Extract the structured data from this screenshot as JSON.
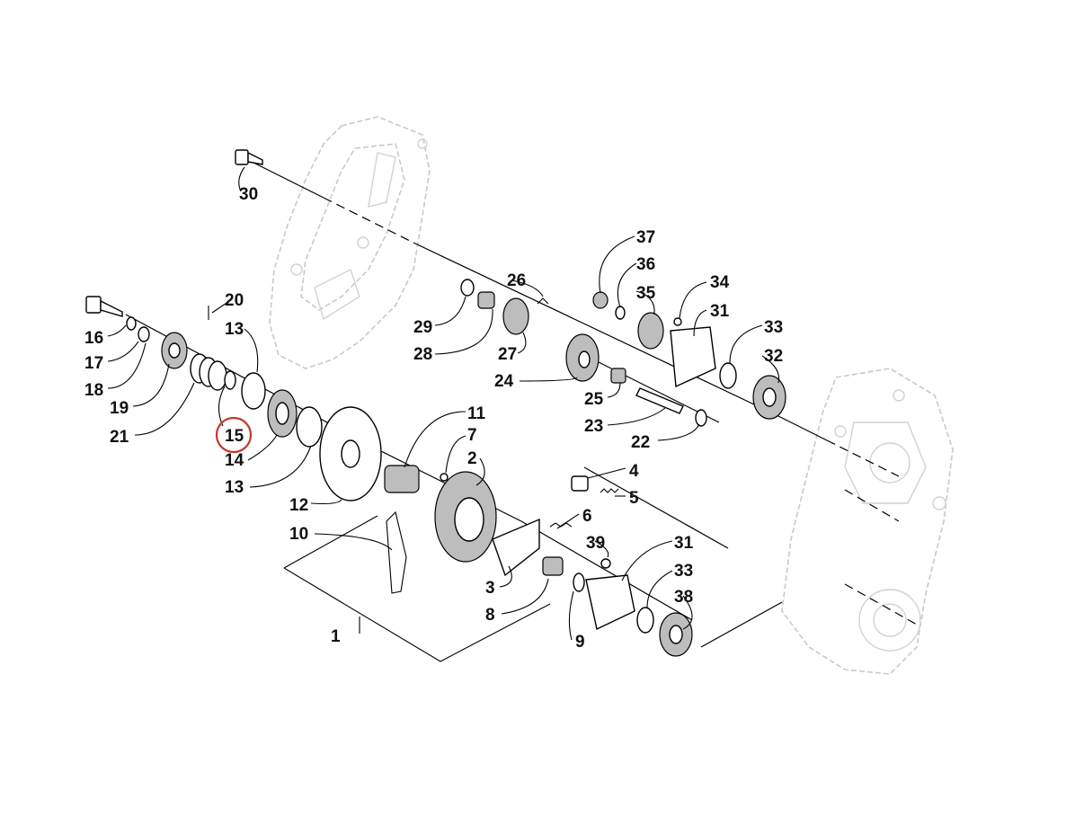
{
  "diagram": {
    "highlight_color": "#c0392b",
    "highlighted_part": "15",
    "labels": {
      "p1": "1",
      "p2": "2",
      "p3": "3",
      "p4": "4",
      "p5": "5",
      "p6": "6",
      "p7": "7",
      "p8": "8",
      "p9": "9",
      "p10": "10",
      "p11": "11",
      "p12": "12",
      "p13a": "13",
      "p13b": "13",
      "p14": "14",
      "p15": "15",
      "p16": "16",
      "p17": "17",
      "p18": "18",
      "p19": "19",
      "p20": "20",
      "p21": "21",
      "p22": "22",
      "p23": "23",
      "p24": "24",
      "p25": "25",
      "p26": "26",
      "p27": "27",
      "p28": "28",
      "p29": "29",
      "p30": "30",
      "p31a": "31",
      "p31b": "31",
      "p32": "32",
      "p33a": "33",
      "p33b": "33",
      "p34": "34",
      "p35": "35",
      "p36": "36",
      "p37": "37",
      "p38": "38",
      "p39": "39"
    }
  }
}
